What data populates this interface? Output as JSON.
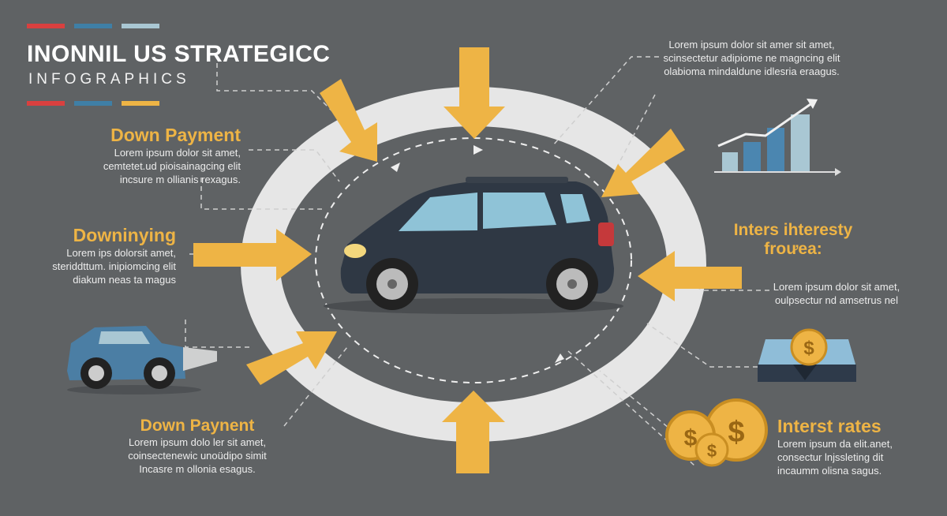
{
  "header": {
    "title": "INONNIL US STRATEGICC",
    "subtitle": "INFOGRAPHICS"
  },
  "colors": {
    "background": "#5f6264",
    "accent_yellow": "#eeb445",
    "red": "#d9403f",
    "blue": "#3f7fa6",
    "light_blue": "#a9c7d3",
    "ring": "#e8e8e8",
    "car": "#2f3844"
  },
  "sections": [
    {
      "title": "Down Payment",
      "lines": [
        "Lorem ipsum dolor sit amet,",
        "cemtetet.ud pioisainagcing elit",
        "incsure m ollianis rexagus."
      ]
    },
    {
      "title": "Downinying",
      "lines": [
        "Lorem ips dolorsit amet,",
        "steriddttum. inipiomcing elit",
        "diakum neas ta magus"
      ]
    },
    {
      "title": "Down Paynent",
      "lines": [
        "Lorem ipsum dolo ler sit amet,",
        "coinsectenewic unoüdipo simit",
        "Incasre m ollonia esagus."
      ]
    },
    {
      "title": "",
      "lines": [
        "Lorem ipsum dolor sit amer sit amet,",
        "scinsectetur adipiome ne magncing elit",
        "olabiomа mindaldune idlesria eraagus."
      ]
    },
    {
      "title": "Inters ihteresty",
      "title2": "froưea:",
      "lines": [
        "Lorem ipsum dolor sit amet,",
        "oulpsectur nd amsetrus nel"
      ]
    },
    {
      "title": "Interst rates",
      "lines": [
        "Lorem ipsum da elit.anet,",
        "consectur lnjssleting dit",
        "incaumm olisna sagus."
      ]
    }
  ]
}
